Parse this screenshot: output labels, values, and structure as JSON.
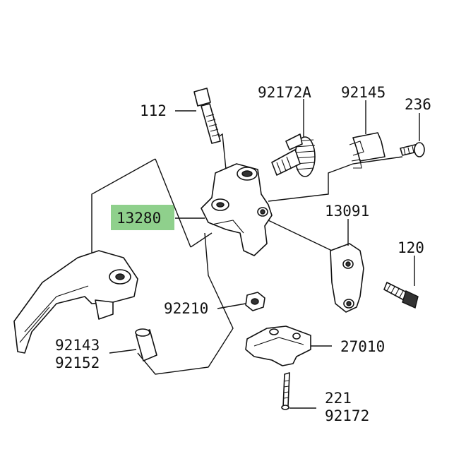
{
  "labels": {
    "p112": "112",
    "p92172A": "92172A",
    "p92145": "92145",
    "p236": "236",
    "p13280": "13280",
    "p13091": "13091",
    "p120": "120",
    "p92210": "92210",
    "p92143": "92143",
    "p92152": "92152",
    "p27010": "27010",
    "p221": "221",
    "p92172": "92172"
  },
  "highlight_color": "#8fd08c"
}
